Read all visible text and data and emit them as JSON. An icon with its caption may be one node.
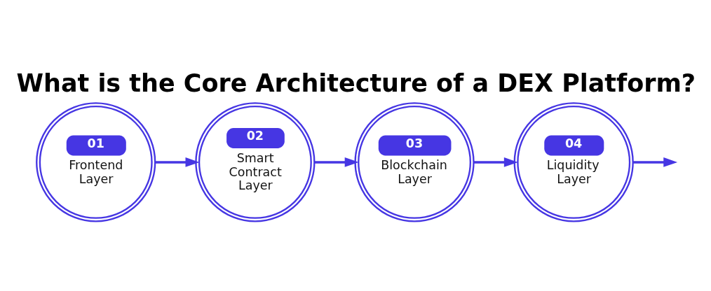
{
  "diagram": {
    "title": "What is the Core Architecture of a DEX Platform?",
    "nodes": [
      {
        "text": [
          "01",
          "Frontend Layer"
        ]
      },
      {
        "text": [
          "02",
          "Smart Contract Layer"
        ]
      },
      {
        "text": [
          "03",
          "Blockchain Layer"
        ]
      },
      {
        "text": [
          "04",
          "Liquidity Layer"
        ]
      }
    ],
    "edges": [
      {
        "from": 0,
        "to": 1,
        "arrow": "to"
      },
      {
        "from": 1,
        "to": 2,
        "arrow": "to"
      },
      {
        "from": 2,
        "to": 3,
        "arrow": "to"
      },
      {
        "from": 3,
        "to": null,
        "arrow": "to"
      }
    ]
  }
}
